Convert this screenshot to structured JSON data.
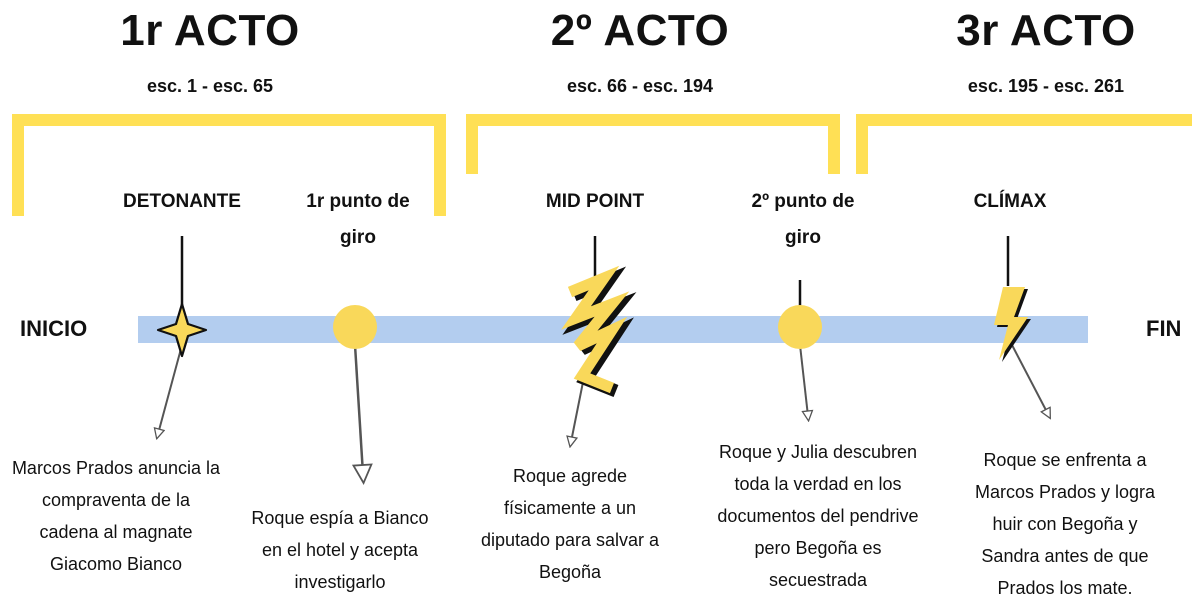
{
  "acts": [
    {
      "title": "1r ACTO",
      "range": "esc. 1 - esc. 65"
    },
    {
      "title": "2º ACTO",
      "range": "esc. 66 - esc. 194"
    },
    {
      "title": "3r ACTO",
      "range": "esc. 195 - esc. 261"
    }
  ],
  "timeline": {
    "start_label": "INICIO",
    "end_label": "FIN"
  },
  "points": [
    {
      "label": "DETONANTE",
      "description": "Marcos Prados anuncia la compraventa de la cadena al magnate Giacomo Bianco",
      "marker": "four-point-star-icon"
    },
    {
      "label": "1r punto de giro",
      "description": "Roque espía a Bianco en el hotel y acepta investigarlo",
      "marker": "yellow-circle-icon"
    },
    {
      "label": "MID POINT",
      "description": "Roque agrede físicamente a un diputado para salvar a Begoña",
      "marker": "zigzag-icon"
    },
    {
      "label": "2º punto de giro",
      "description": "Roque y Julia descubren toda la verdad en los documentos del pendrive pero Begoña es secuestrada",
      "marker": "yellow-circle-icon"
    },
    {
      "label": "CLÍMAX",
      "description": "Roque se enfrenta a Marcos Prados y logra huir con Begoña y Sandra antes de que Prados los mate.",
      "marker": "lightning-bolt-icon"
    }
  ],
  "colors": {
    "bracket": "#ffe055",
    "timeline": "#b3cdef",
    "marker": "#f9d85a",
    "ink": "#111111"
  }
}
